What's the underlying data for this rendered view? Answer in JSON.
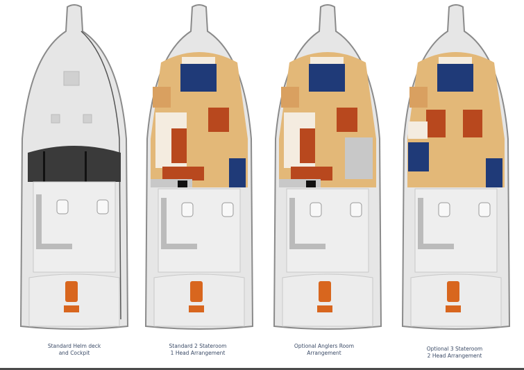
{
  "layouts": [
    {
      "id": "helm",
      "caption_line1": "Standard Helm deck",
      "caption_line2": "and Cockpit"
    },
    {
      "id": "std2",
      "caption_line1": "Standard 2 Stateroom",
      "caption_line2": "1 Head Arrangement"
    },
    {
      "id": "anglers",
      "caption_line1": "Optional Anglers Room",
      "caption_line2": "Arrangement"
    },
    {
      "id": "opt3",
      "caption_line1": "Optional 3 Stateroom",
      "caption_line2": "2 Head Arrangement"
    }
  ],
  "colors": {
    "hull": "#e6e6e6",
    "hull_edge": "#8a8a8a",
    "wood_floor": "#e3b878",
    "teak": "#b8481e",
    "berth_blue": "#1f3a78",
    "cushion": "#f4ece0",
    "helm_chair": "#d8661e",
    "caption": "#3a4a66"
  }
}
